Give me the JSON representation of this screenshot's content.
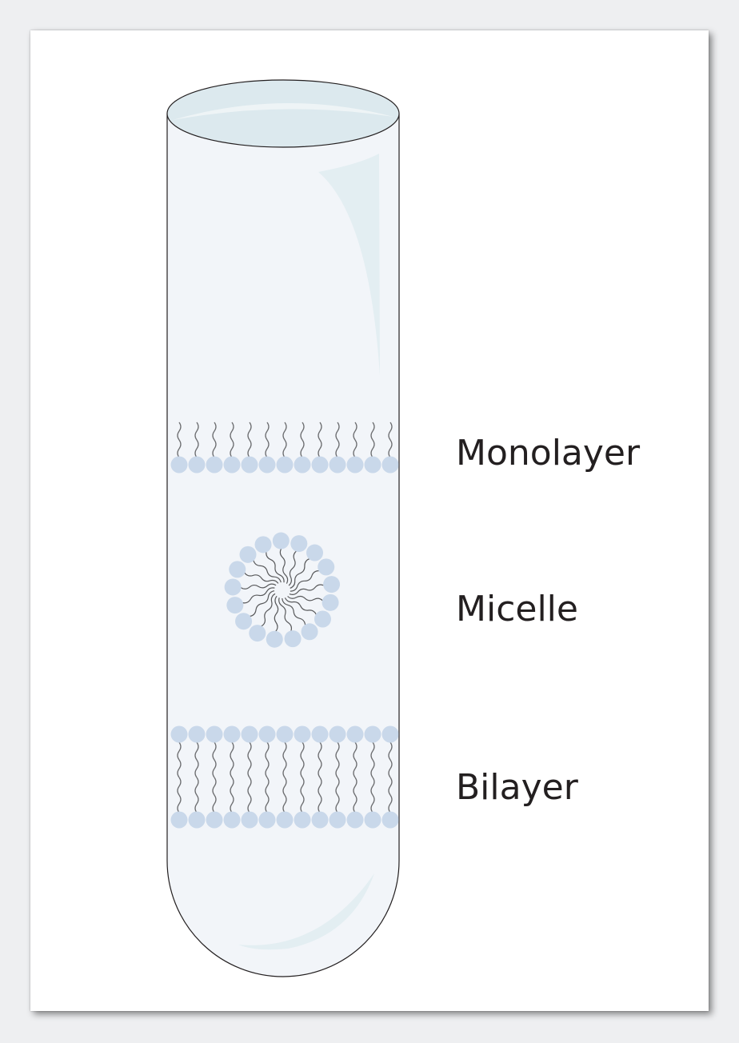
{
  "labels": {
    "monolayer": "Monolayer",
    "micelle": "Micelle",
    "bilayer": "Bilayer"
  },
  "colors": {
    "tube_fill": "#f2f5f9",
    "tube_outline": "#231f20",
    "liquid_surface": "#dce9ee",
    "highlight": "#e3eef2",
    "head_fill": "#c9d8ea",
    "tail_stroke": "#6d6e71",
    "micelle_tail_stroke": "#58595b"
  },
  "icons": {
    "test_tube": "test-tube-icon",
    "head": "phospholipid-head-icon",
    "tail": "hydrocarbon-tail-icon"
  }
}
